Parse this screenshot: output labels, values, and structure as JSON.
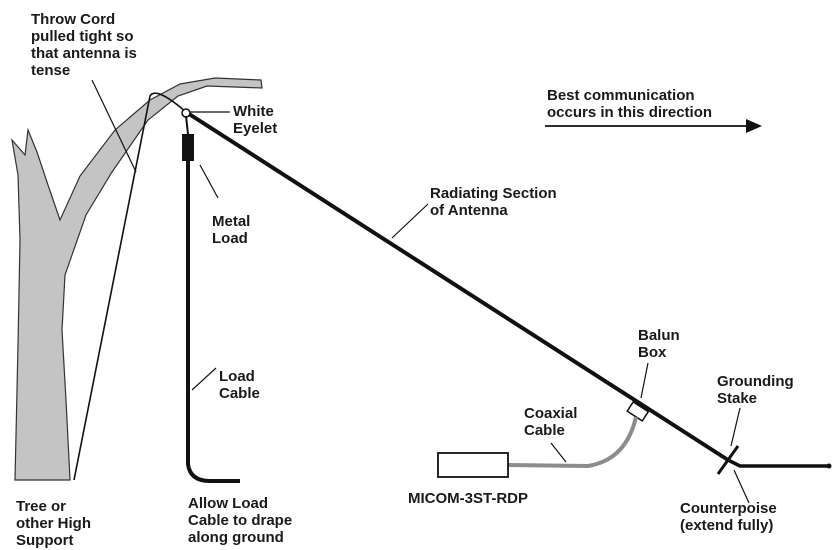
{
  "labels": {
    "throw_cord": [
      "Throw Cord",
      "pulled tight so",
      "that antenna is",
      "tense"
    ],
    "white_eyelet": [
      "White",
      "Eyelet"
    ],
    "best_direction": [
      "Best communication",
      "occurs in this direction"
    ],
    "radiating_section": [
      "Radiating Section",
      "of Antenna"
    ],
    "metal_load": [
      "Metal",
      "Load"
    ],
    "load_cable": [
      "Load",
      "Cable"
    ],
    "balun_box": [
      "Balun",
      "Box"
    ],
    "grounding_stake": [
      "Grounding",
      "Stake"
    ],
    "coaxial_cable": [
      "Coaxial",
      "Cable"
    ],
    "radio": [
      "MICOM-3ST-RDP"
    ],
    "tree": [
      "Tree or",
      "other High",
      "Support"
    ],
    "drape_note": [
      "Allow Load",
      "Cable to drape",
      "along ground"
    ],
    "counterpoise": [
      "Counterpoise",
      "(extend fully)"
    ]
  },
  "colors": {
    "tree_fill": "#c4c4c4",
    "coax": "#8c8c8c",
    "line": "#111111"
  }
}
